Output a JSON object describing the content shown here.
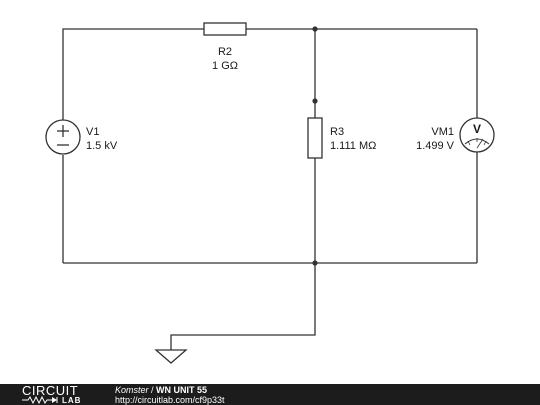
{
  "circuit": {
    "r2": {
      "name": "R2",
      "value": "1 GΩ"
    },
    "r3": {
      "name": "R3",
      "value": "1.111 MΩ"
    },
    "v1": {
      "name": "V1",
      "value": "1.5 kV"
    },
    "vm1": {
      "name": "VM1",
      "value": "1.499 V",
      "symbol": "V"
    }
  },
  "footer": {
    "logo_top": "CIRCUIT",
    "logo_bottom": "LAB",
    "author": "Komster",
    "separator": " / ",
    "title": "WN UNIT 55",
    "url": "http://circuitlab.com/cf9p33t"
  },
  "colors": {
    "wire": "#333333",
    "footer_bg": "#1c1c1c"
  }
}
